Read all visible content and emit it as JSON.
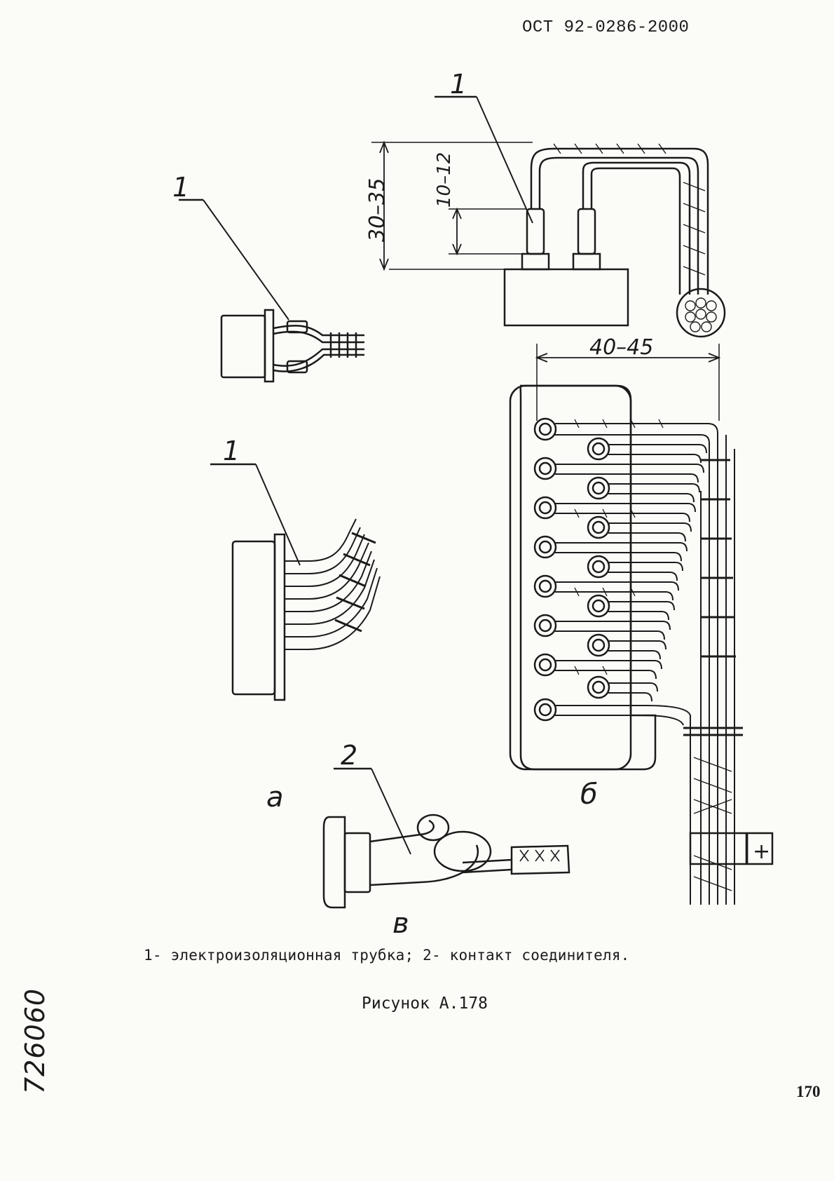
{
  "header": {
    "doc_code": "ОСТ 92-0286-2000"
  },
  "callouts": {
    "tube": "1",
    "contact": "2"
  },
  "views": {
    "a": "а",
    "b": "б",
    "v": "в"
  },
  "dimensions": {
    "height_total": "30–35",
    "height_sleeve": "10–12",
    "width": "40–45"
  },
  "marks": {
    "plus": "+"
  },
  "caption": "1- электроизоляционная трубка; 2- контакт соединителя.",
  "figure_title": "Рисунок А.178",
  "page_number": "170",
  "archive_number": "726060"
}
